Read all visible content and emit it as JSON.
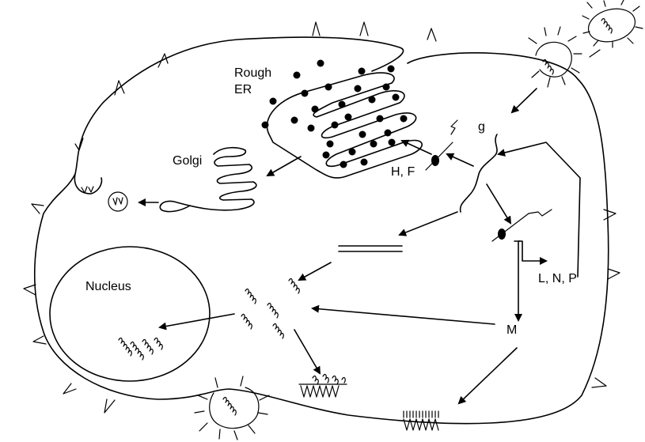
{
  "labels": {
    "rough_er": [
      "Rough",
      "ER"
    ],
    "golgi": "Golgi",
    "nucleus": "Nucleus",
    "genome": "g",
    "glycoproteins": "H, F",
    "polymerase_proteins": "L, N, P",
    "matrix": "M"
  }
}
